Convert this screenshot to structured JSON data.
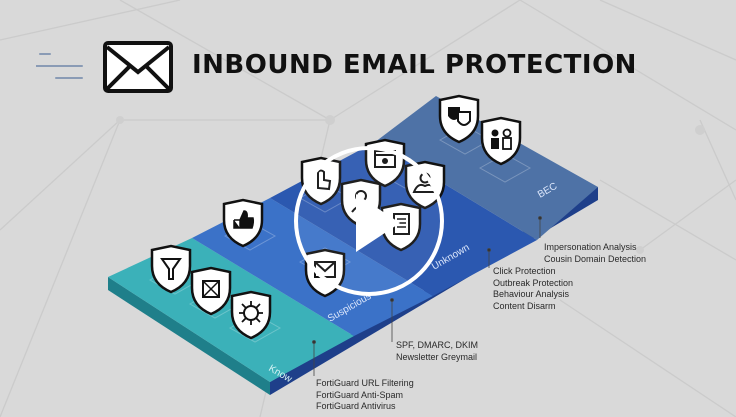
{
  "title": "INBOUND EMAIL PROTECTION",
  "colors": {
    "background": "#d9d9d9",
    "band_know": "#3bb1b9",
    "band_suspicious": "#3b72c8",
    "band_unknown": "#2b58b0",
    "band_bec": "#4e72a6",
    "device_edge": "#1e3f8a"
  },
  "zones": [
    {
      "label": "Know"
    },
    {
      "label": "Suspicious"
    },
    {
      "label": "Unknown"
    },
    {
      "label": "BEC"
    }
  ],
  "annotations": {
    "bec": [
      "Impersonation Analysis",
      "Cousin Domain Detection"
    ],
    "unknown": [
      "Click Protection",
      "Outbreak Protection",
      "Behaviour Analysis",
      "Content Disarm"
    ],
    "suspicious": [
      "SPF, DMARC, DKIM",
      "Newsletter Greymail"
    ],
    "know": [
      "FortiGuard URL Filtering",
      "FortiGuard Anti-Spam",
      "FortiGuard Antivirus"
    ]
  },
  "icons": {
    "mail": "envelope-icon",
    "play": "play-icon",
    "shields": [
      "filter-shield-icon",
      "box-shield-icon",
      "virus-shield-icon",
      "thumbs-shield-icon",
      "mail-shield-icon",
      "click-shield-icon",
      "user-shield-icon",
      "browser-shield-icon",
      "document-shield-icon",
      "cloud-user-shield-icon",
      "masks-shield-icon",
      "people-shield-icon"
    ]
  }
}
